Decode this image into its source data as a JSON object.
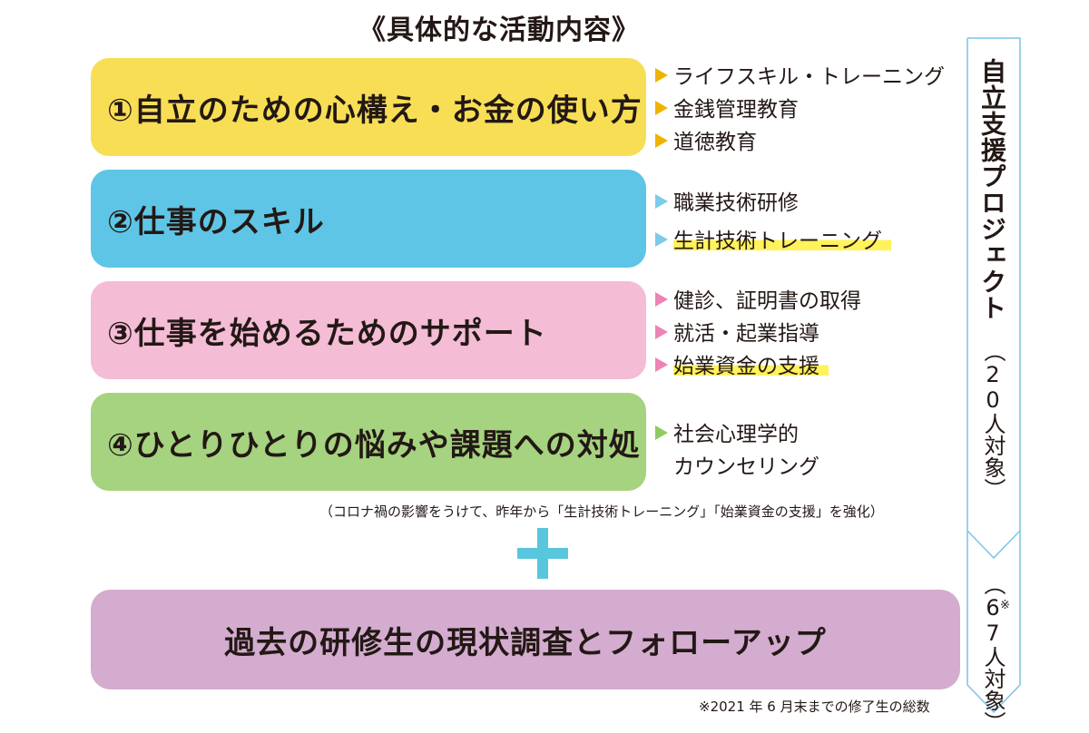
{
  "heading": "《具体的な活動内容》",
  "cards": [
    {
      "label": "①自立のための心構え・お金の使い方",
      "color": "#f7de55"
    },
    {
      "label": "②仕事のスキル",
      "color": "#5ec5e6"
    },
    {
      "label": "③仕事を始めるためのサポート",
      "color": "#f4bcd5"
    },
    {
      "label": "④ひとりひとりの悩みや課題への対処",
      "color": "#a5d37f"
    }
  ],
  "details": {
    "card1": [
      "ライフスキル・トレーニング",
      "金銭管理教育",
      "道徳教育"
    ],
    "card2": [
      "職業技術研修",
      "生計技術トレーニング"
    ],
    "card3": [
      "健診、証明書の取得",
      "就活・起業指導",
      "始業資金の支援"
    ],
    "card4": [
      "社会心理学的",
      "カウンセリング"
    ]
  },
  "note_covid": "（コロナ禍の影響をうけて、昨年から「生計技術トレーニング」「始業資金の支援」を強化）",
  "bottom_box": "過去の研修生の現状調査とフォローアップ",
  "footnote": "※2021 年 6 月末までの修了生の総数",
  "side": {
    "project": "自立支援プロジェクト",
    "count1": "（20人対象）",
    "count2_open": "（67",
    "count2_mark": "※",
    "count2_rest": "人対象）"
  },
  "colors": {
    "yellow_card": "#f7de55",
    "blue_card": "#5ec5e6",
    "pink_card": "#f4bcd5",
    "green_card": "#a5d37f",
    "purple_box": "#d3accf",
    "highlight": "#fff25a",
    "plus": "#58c6dc",
    "arrow_outline": "#7cc3e6"
  },
  "icons": [
    "triangle-bullet-icon",
    "plus-icon",
    "down-arrow-icon"
  ]
}
